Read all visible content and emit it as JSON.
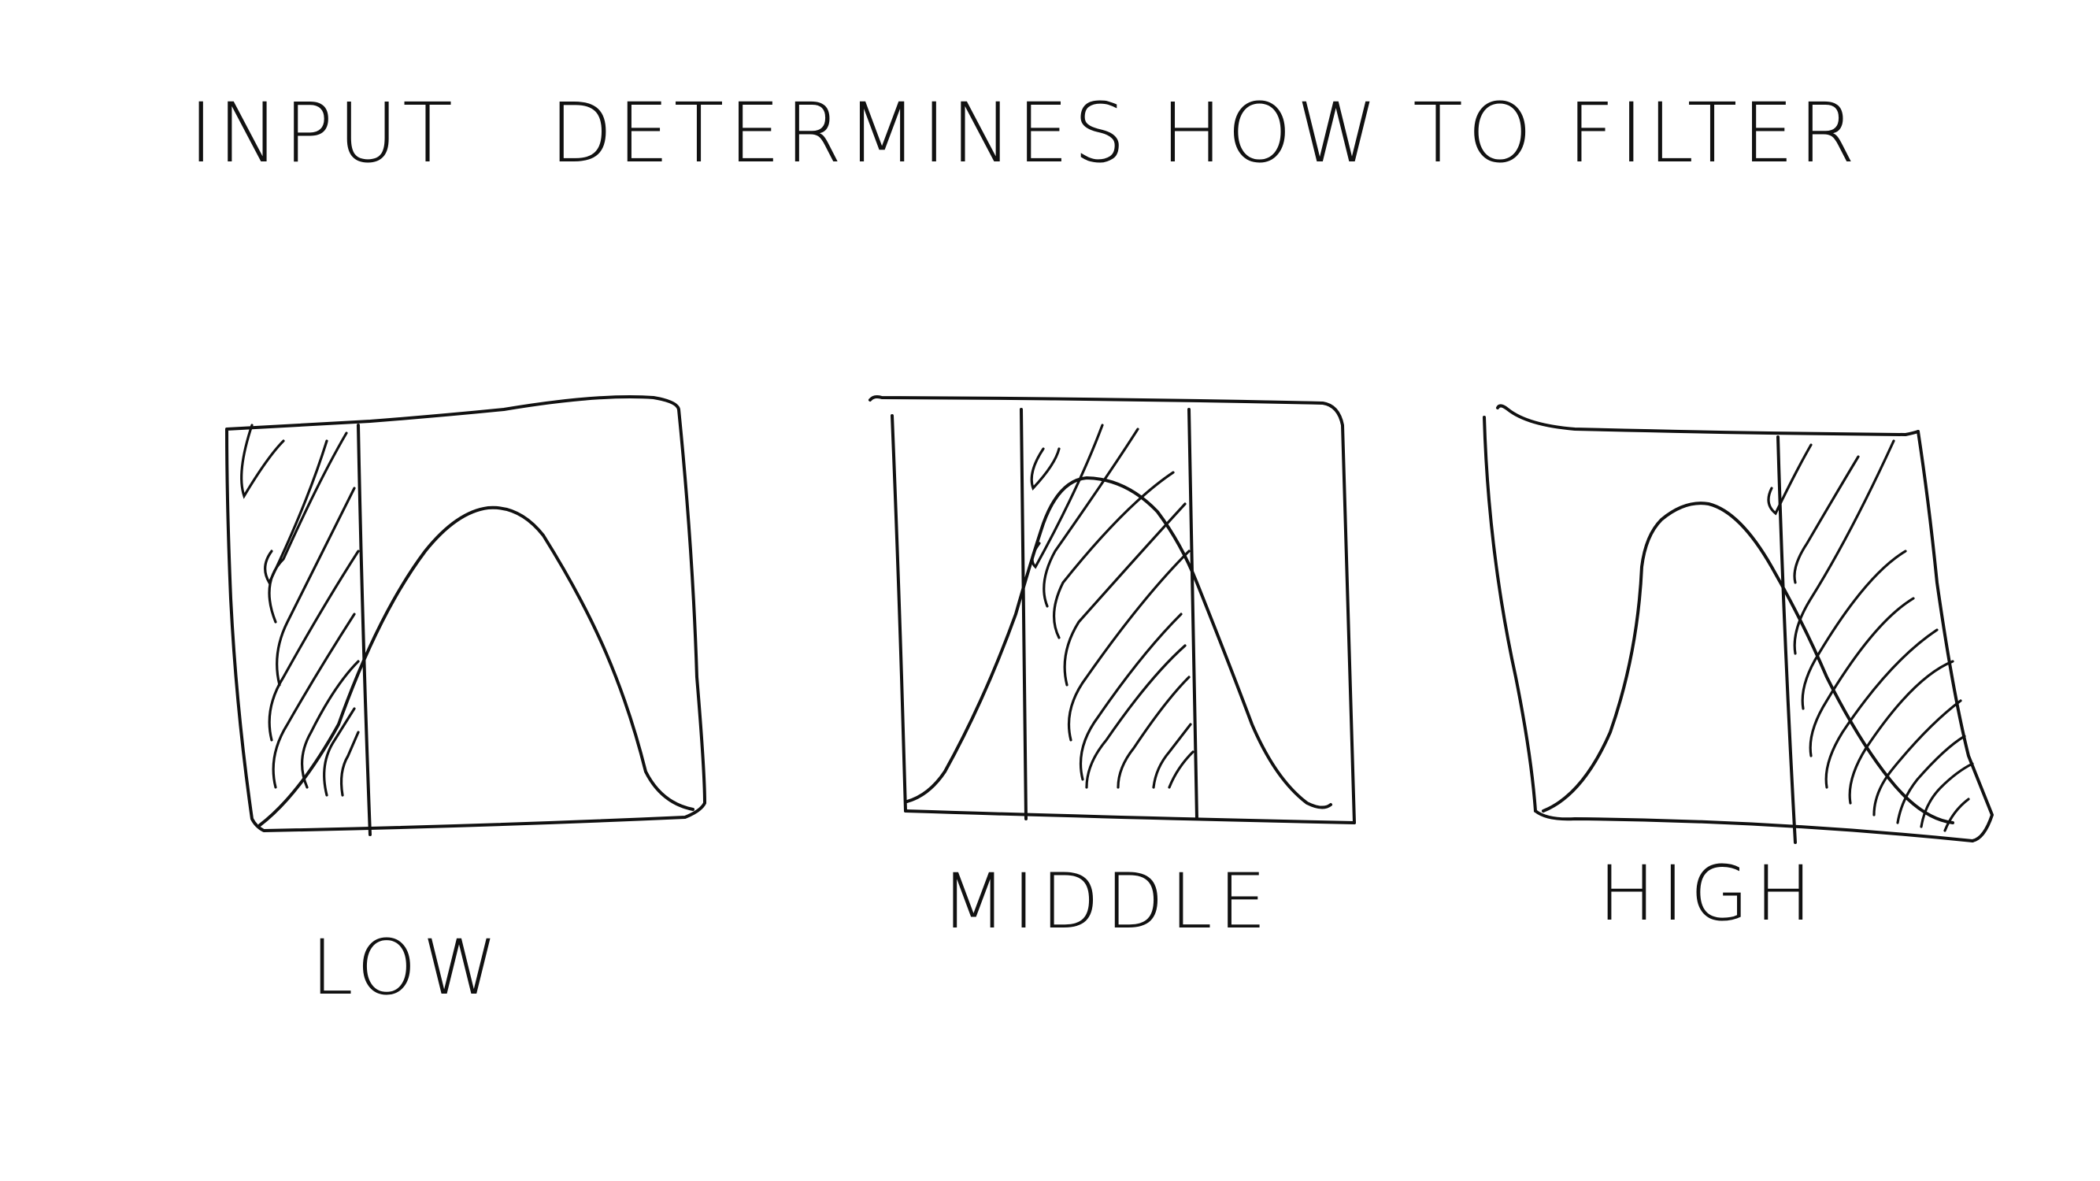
{
  "title": "INPUT   DETERMINES HOW TO FILTER",
  "panels": [
    {
      "label": "LOW"
    },
    {
      "label": "MIDDLE"
    },
    {
      "label": "HIGH"
    }
  ],
  "colors": {
    "ink": "#111111",
    "background": "#ffffff"
  }
}
